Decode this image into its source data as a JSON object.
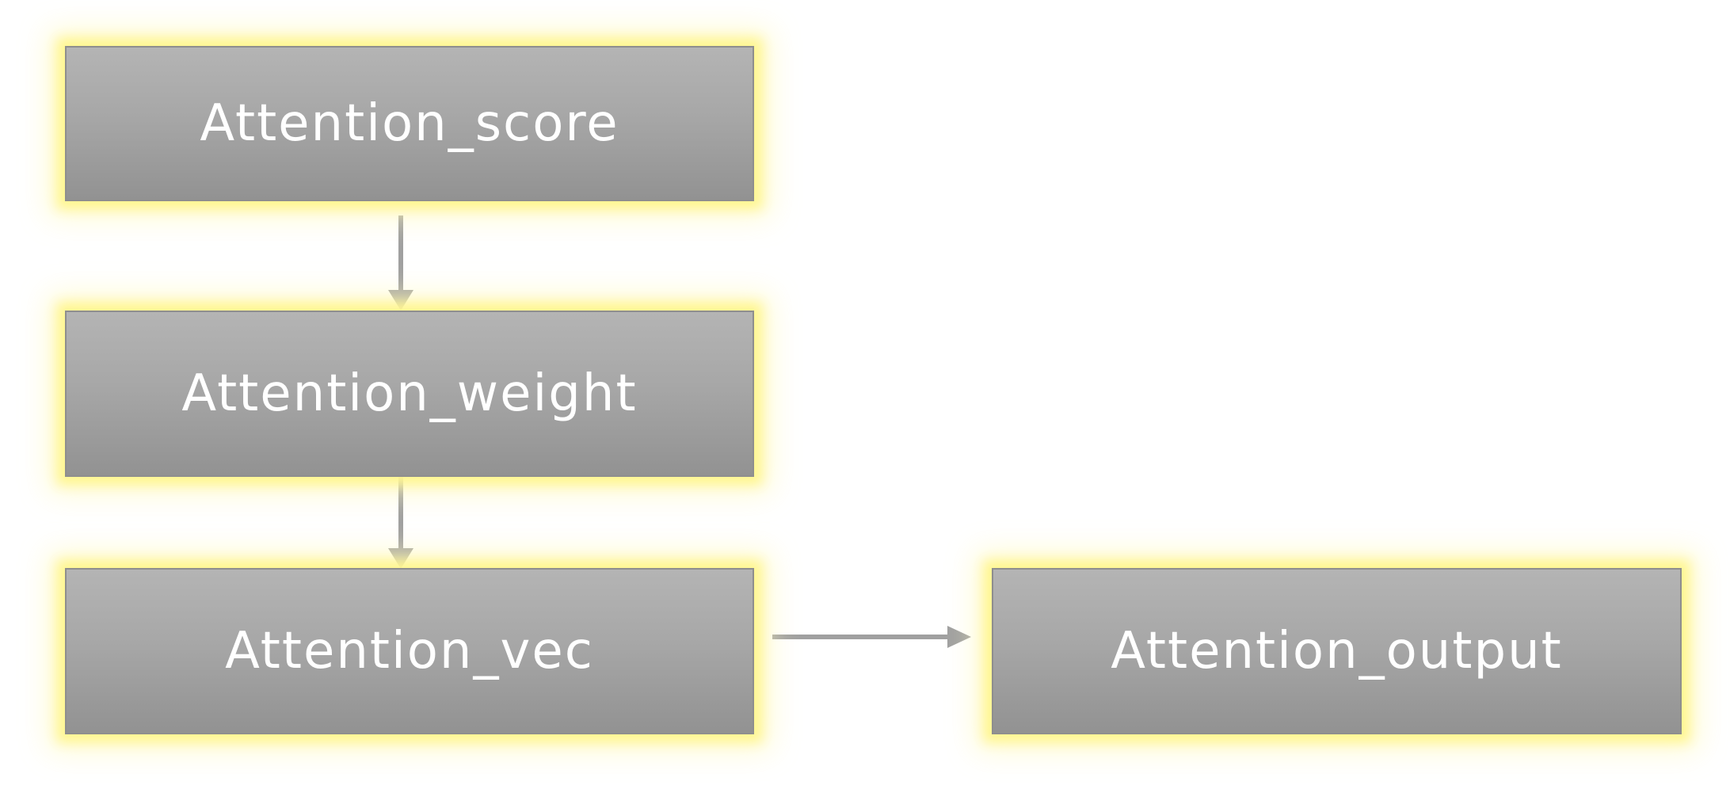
{
  "nodes": {
    "score": "Attention_score",
    "weight": "Attention_weight",
    "vec": "Attention_vec",
    "output": "Attention_output"
  },
  "edges": [
    {
      "from": "score",
      "to": "weight"
    },
    {
      "from": "weight",
      "to": "vec"
    },
    {
      "from": "vec",
      "to": "output"
    }
  ],
  "colors": {
    "box_fill_top": "#b4b4b4",
    "box_fill_bottom": "#929292",
    "glow": "#fff58c",
    "arrow": "#a0a0a0",
    "text": "#ffffff"
  }
}
